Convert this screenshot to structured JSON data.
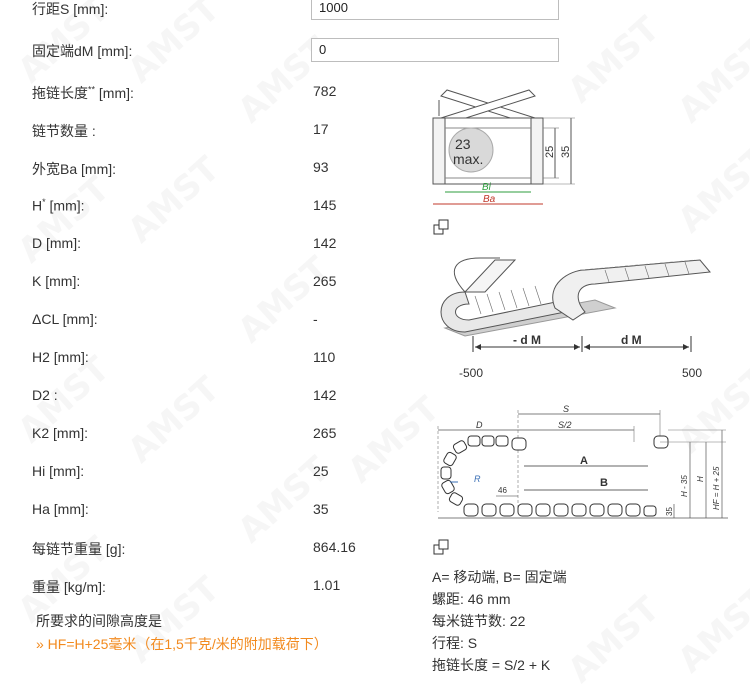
{
  "form": {
    "stroke_label": "行距S [mm]:",
    "stroke_value": "1000",
    "fixed_end_label": "固定端dM [mm]:",
    "fixed_end_value": "0"
  },
  "rows": [
    {
      "label": "拖链长度** [mm]:",
      "value": "782"
    },
    {
      "label": "链节数量 :",
      "value": "17"
    },
    {
      "label": "外宽Ba [mm]:",
      "value": "93"
    },
    {
      "label": "H* [mm]:",
      "value": "145"
    },
    {
      "label": "D [mm]:",
      "value": "142"
    },
    {
      "label": "K [mm]:",
      "value": "265"
    },
    {
      "label": "ΔCL [mm]:",
      "value": "-"
    },
    {
      "label": "H2 [mm]:",
      "value": "110"
    },
    {
      "label": "D2 :",
      "value": "142"
    },
    {
      "label": "K2 [mm]:",
      "value": "265"
    },
    {
      "label": "Hi [mm]:",
      "value": "25"
    },
    {
      "label": "Ha [mm]:",
      "value": "35"
    },
    {
      "label": "每链节重量 [g]:",
      "value": "864.16"
    },
    {
      "label": "重量 [kg/m]:",
      "value": "1.01"
    }
  ],
  "requirement": {
    "title": "所要求的间隙高度是",
    "text": "»   HF=H+25毫米（在1,5千克/米的附加载荷下）"
  },
  "cross_section": {
    "max_label_1": "23",
    "max_label_2": "max.",
    "dim_hi": "25",
    "dim_ha": "35",
    "bi": "Bi",
    "ba": "Ba"
  },
  "position_diagram": {
    "left_label": "- d M",
    "right_label": "d M",
    "min": "-500",
    "max": "500"
  },
  "install_diagram": {
    "s": "S",
    "s2": "S/2",
    "d": "D",
    "a": "A",
    "b": "B",
    "r": "R",
    "pitch": "46",
    "h35": "H - 35",
    "h": "H",
    "hf": "HF = H + 25",
    "bottom35": "35"
  },
  "info": {
    "line1": "A= 移动端, B= 固定端",
    "line2": "螺距: 46 mm",
    "line3": "每米链节数: 22",
    "line4": "行程: S",
    "line5": "拖链长度 = S/2 + K"
  },
  "watermark": "AMST",
  "colors": {
    "orange": "#f28a1e",
    "green": "#2e9e3e",
    "red": "#c0392b",
    "blue": "#3a6fb5"
  }
}
